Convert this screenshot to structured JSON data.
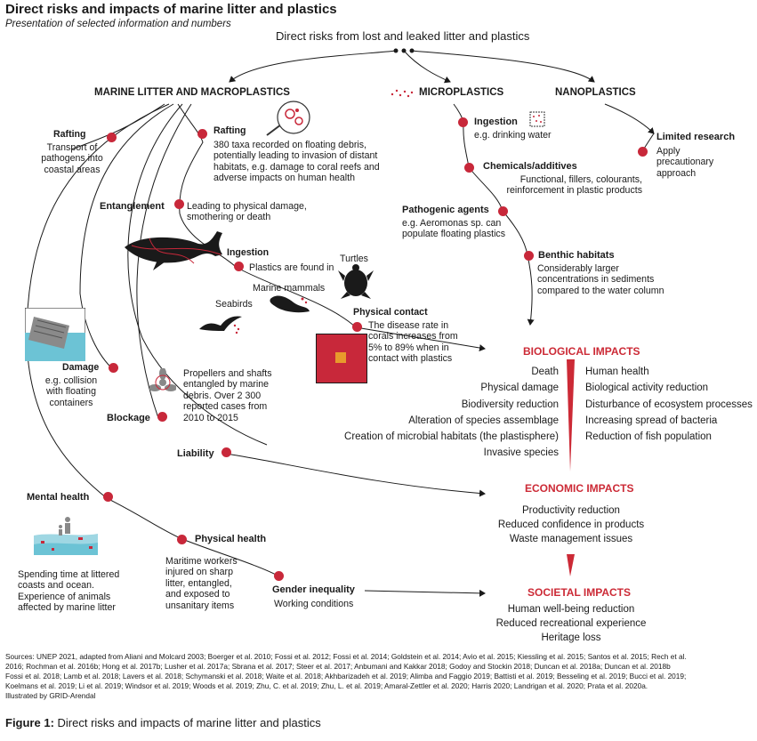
{
  "header": {
    "title": "Direct risks and impacts of marine litter and plastics",
    "subtitle": "Presentation of selected information and numbers"
  },
  "center": {
    "label": "Direct risks from lost and leaked litter and plastics"
  },
  "categories": {
    "macro": "MARINE LITTER AND MACROPLASTICS",
    "micro": "MICROPLASTICS",
    "nano": "NANOPLASTICS"
  },
  "macro": {
    "rafting_left": {
      "title": "Rafting",
      "lines": [
        "Transport of",
        "pathogens into",
        "coastal areas"
      ]
    },
    "rafting_right": {
      "title": "Rafting",
      "lines": [
        "380 taxa recorded on floating debris,",
        "potentially leading to invasion of distant",
        "habitats, e.g. damage to coral reefs and",
        "adverse impacts on human health"
      ]
    },
    "entanglement": {
      "title": "Entanglement",
      "lines": [
        "Leading to physical damage,",
        "smothering or death"
      ]
    },
    "ingestion": {
      "title": "Ingestion",
      "text": "Plastics are found in",
      "turtles": "Turtles",
      "mammals": "Marine mammals",
      "seabirds": "Seabirds"
    },
    "physical_contact": {
      "title": "Physical contact",
      "lines": [
        "The disease rate in",
        "corals increases from",
        "5% to 89% when in",
        "contact with plastics"
      ]
    },
    "damage": {
      "title": "Damage",
      "lines": [
        "e.g. collision",
        "with floating",
        "containers"
      ]
    },
    "propellers": {
      "lines": [
        "Propellers and shafts",
        "entangled by marine",
        "debris. Over 2 300",
        "reported cases from",
        "2010 to 2015"
      ]
    },
    "blockage": {
      "title": "Blockage"
    },
    "liability": {
      "title": "Liability"
    },
    "mental_health": {
      "title": "Mental health",
      "lines": [
        "Spending time at littered",
        "coasts and ocean.",
        "Experience of animals",
        "affected by marine litter"
      ]
    },
    "physical_health": {
      "title": "Physical health",
      "lines": [
        "Maritime workers",
        "injured on sharp",
        "litter, entangled,",
        "and exposed to",
        "unsanitary items"
      ]
    },
    "gender": {
      "title": "Gender inequality",
      "text": "Working conditions"
    }
  },
  "micro": {
    "ingestion": {
      "title": "Ingestion",
      "text": "e.g. drinking water"
    },
    "chemicals": {
      "title": "Chemicals/additives",
      "lines": [
        "Functional, fillers, colourants,",
        "reinforcement in plastic products"
      ]
    },
    "pathogenic": {
      "title": "Pathogenic agents",
      "lines": [
        "e.g. Aeromonas sp. can",
        "populate floating plastics"
      ]
    },
    "benthic": {
      "title": "Benthic habitats",
      "lines": [
        "Considerably larger",
        "concentrations in sediments",
        "compared to the water column"
      ]
    }
  },
  "nano": {
    "limited": {
      "title": "Limited research",
      "lines": [
        "Apply",
        "precautionary",
        "approach"
      ]
    }
  },
  "impacts": {
    "biological": {
      "title": "BIOLOGICAL IMPACTS",
      "left": [
        "Death",
        "Physical damage",
        "Biodiversity reduction",
        "Alteration of species assemblage",
        "Creation of microbial habitats (the plastisphere)",
        "Invasive species"
      ],
      "right": [
        "Human health",
        "Biological activity reduction",
        "Disturbance of ecosystem processes",
        "Increasing spread of bacteria",
        "Reduction of fish population"
      ]
    },
    "economic": {
      "title": "ECONOMIC IMPACTS",
      "items": [
        "Productivity reduction",
        "Reduced confidence in products",
        "Waste management issues"
      ]
    },
    "societal": {
      "title": "SOCIETAL IMPACTS",
      "items": [
        "Human well-being reduction",
        "Reduced recreational experience",
        "Heritage loss"
      ]
    }
  },
  "sources": {
    "lines": [
      "Sources: UNEP 2021, adapted from Aliani and Molcard 2003; Boerger et al. 2010; Fossi et al. 2012; Fossi et al. 2014; Goldstein et al. 2014; Avio et al. 2015; Kiessling et al. 2015; Santos et al. 2015; Rech et al.",
      "2016; Rochman et al. 2016b; Hong et al. 2017b; Lusher et al. 2017a; Sbrana et al. 2017; Steer et al. 2017; Anbumani and Kakkar 2018; Godoy and Stockin 2018; Duncan et al. 2018a; Duncan et al. 2018b",
      "Fossi et al. 2018; Lamb et al. 2018; Lavers et al. 2018; Schymanski et al. 2018; Waite et al. 2018; Akhbarizadeh et al. 2019; Alimba and Faggio 2019; Battisti et al. 2019; Besseling et al. 2019; Bucci et al. 2019;",
      "Koelmans et al. 2019; Li et al. 2019; Windsor et al. 2019; Woods et al. 2019; Zhu, C. et al. 2019; Zhu, L. et al. 2019; Amaral-Zettler et al. 2020; Harris 2020; Landrigan et al. 2020; Prata et al. 2020a.",
      "Illustrated by GRID-Arendal"
    ]
  },
  "figure": {
    "label": "Figure 1:",
    "caption": "Direct risks and impacts of marine litter and plastics"
  },
  "colors": {
    "accent": "#c8283a",
    "impact_red": "#cc2a36",
    "water": "#6cc3d5"
  }
}
